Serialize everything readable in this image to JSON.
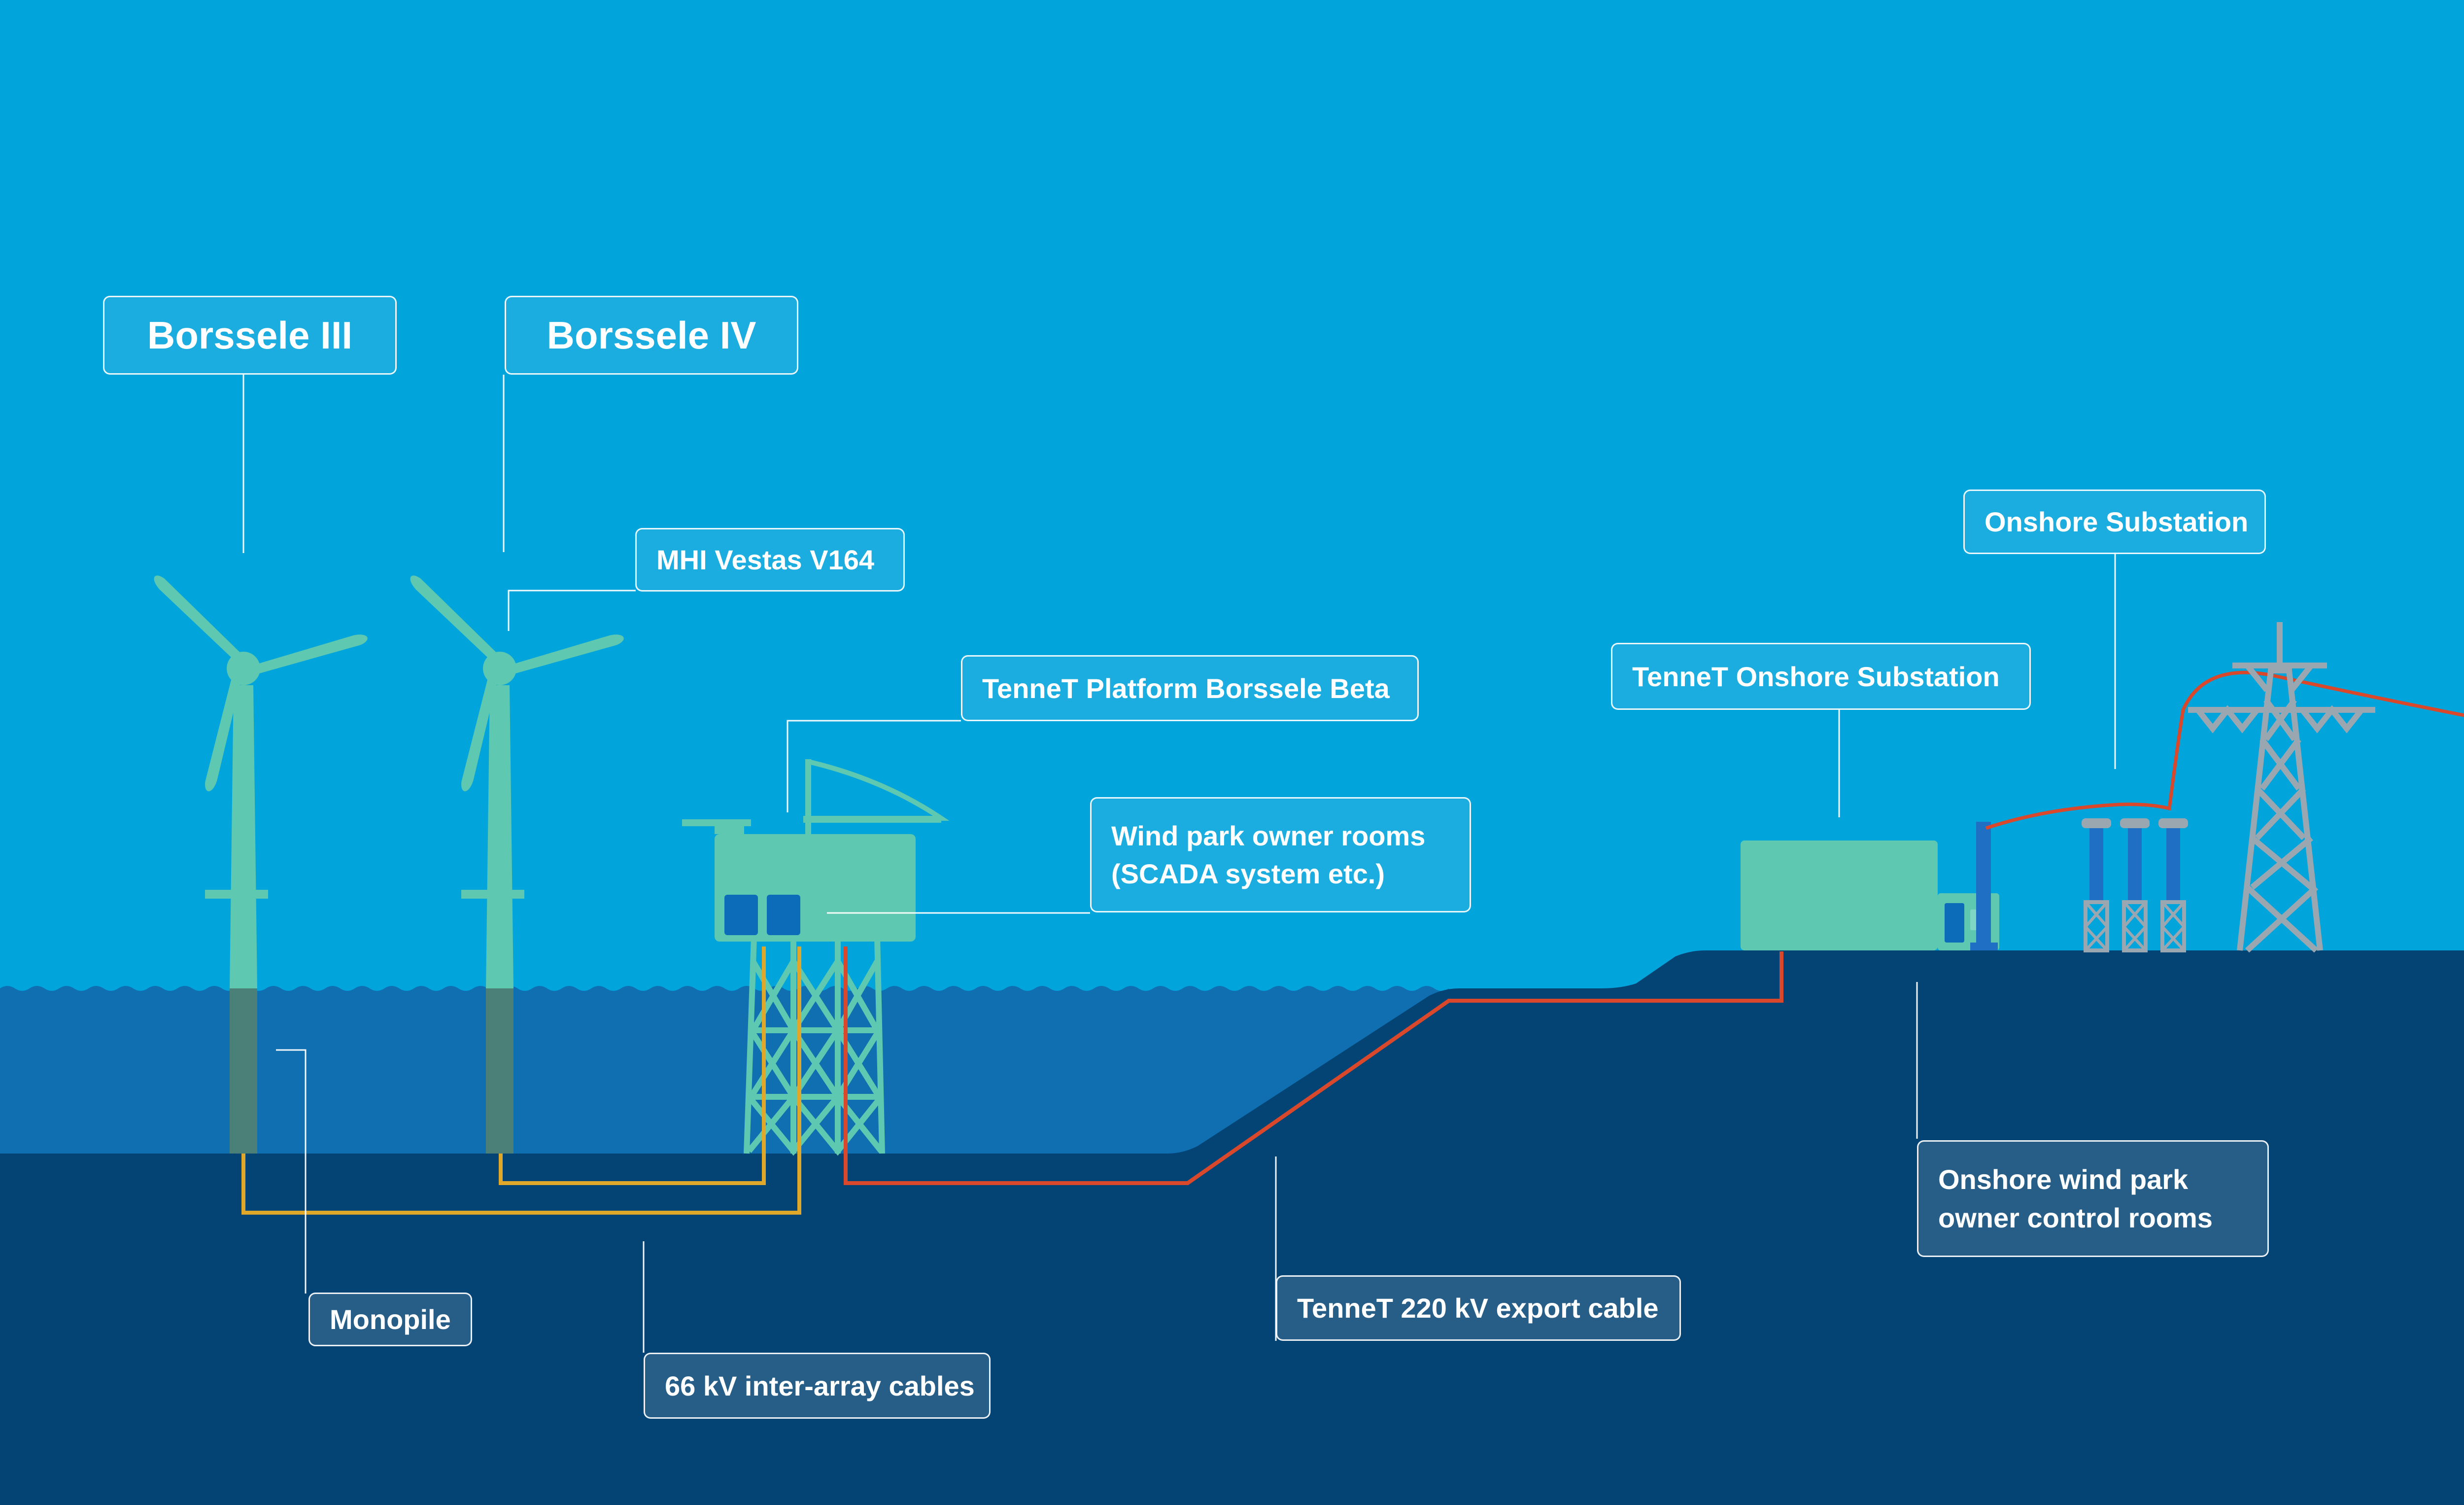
{
  "labels": {
    "borssele_iii": "Borssele III",
    "borssele_iv": "Borssele IV",
    "turbine_model": "MHI Vestas V164",
    "platform": "TenneT Platform Borssele Beta",
    "owner_rooms_line1": "Wind park owner rooms",
    "owner_rooms_line2": "(SCADA system etc.)",
    "onshore_substation": "Onshore Substation",
    "tennet_onshore_substation": "TenneT Onshore Substation",
    "monopile": "Monopile",
    "inter_array_cables": "66 kV inter-array cables",
    "export_cable": "TenneT 220 kV export cable",
    "onshore_control_line1": "Onshore wind park",
    "onshore_control_line2": "owner control rooms"
  },
  "colors": {
    "sky": "#02a4dc",
    "sea": "#0f6fb0",
    "seabed": "#044474",
    "turbine": "#5ec8b0",
    "monopile": "#4b8078",
    "inter_array_cable": "#e0a82a",
    "export_cable": "#d9482a",
    "steel": "#9aa7b0",
    "insulator_blue": "#1f6fc4",
    "window_blue": "#0d6cba"
  }
}
